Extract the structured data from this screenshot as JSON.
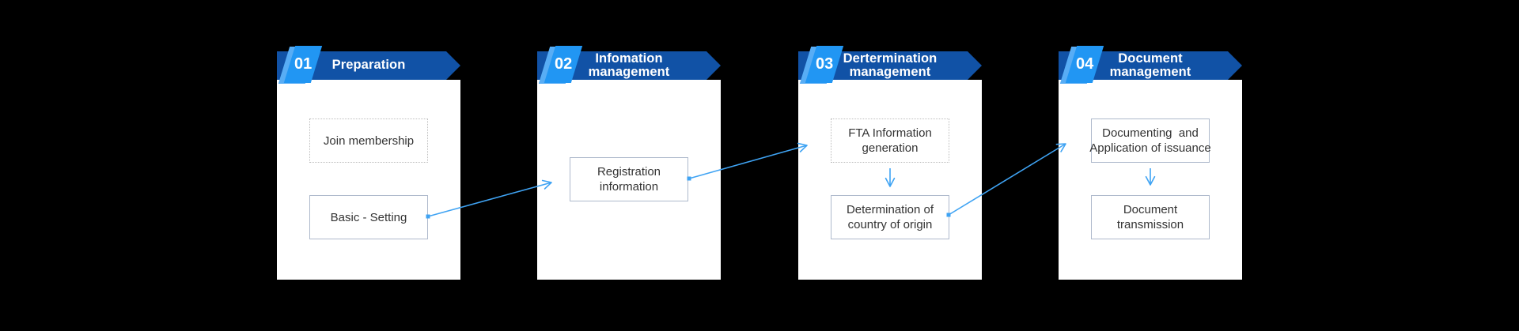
{
  "diagram": {
    "background": "#000000",
    "colors": {
      "banner_blue": "#1152a6",
      "badge_blue": "#2196f3",
      "badge_back_blue": "#58adf5",
      "arrow_blue": "#3fa3f3",
      "panel_white": "#ffffff",
      "node_text": "#333333",
      "solid_border": "#aeb9cc",
      "dotted_border": "#bdbdbd",
      "title_text": "#ffffff"
    },
    "steps": [
      {
        "number": "01",
        "title_lines": [
          "Preparation"
        ],
        "boxes": [
          {
            "lines": [
              "Join membership"
            ],
            "border": "dotted"
          },
          {
            "lines": [
              "Basic - Setting"
            ],
            "border": "solid"
          }
        ]
      },
      {
        "number": "02",
        "title_lines": [
          "Infomation",
          "management"
        ],
        "boxes": [
          {
            "lines": [
              "Registration",
              "information"
            ],
            "border": "solid"
          }
        ]
      },
      {
        "number": "03",
        "title_lines": [
          "Dertermination",
          "management"
        ],
        "boxes": [
          {
            "lines": [
              "FTA Information",
              "generation"
            ],
            "border": "dotted"
          },
          {
            "lines": [
              "Determination of",
              "country of origin"
            ],
            "border": "solid"
          }
        ]
      },
      {
        "number": "04",
        "title_lines": [
          "Document",
          "management"
        ],
        "boxes": [
          {
            "lines": [
              "Documenting  and",
              "Application of issuance"
            ],
            "border": "solid"
          },
          {
            "lines": [
              "Document",
              "transmission"
            ],
            "border": "solid"
          }
        ]
      }
    ],
    "connections": [
      {
        "from": "Basic - Setting",
        "to": "Registration information"
      },
      {
        "from": "Registration information",
        "to": "FTA Information generation"
      },
      {
        "from": "FTA Information generation",
        "to": "Determination of country of origin"
      },
      {
        "from": "Determination of country of origin",
        "to": "Documenting  and Application of issuance"
      },
      {
        "from": "Documenting  and Application of issuance",
        "to": "Document transmission"
      }
    ]
  }
}
